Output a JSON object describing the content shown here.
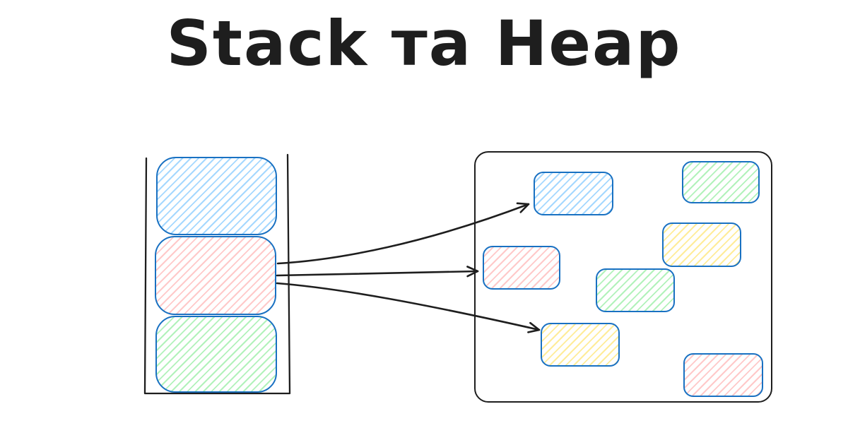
{
  "title": "Stack та Heap",
  "palette": {
    "background": "#ffffff",
    "ink": "#1e1e1e",
    "stroke_blue": "#1971c2",
    "fill_blue": "#a5d8ff",
    "fill_red": "#ffc9c9",
    "fill_green": "#b2f2bb",
    "fill_yellow": "#ffec99"
  },
  "stack": {
    "frames": [
      {
        "name": "stack-frame-top",
        "fill": "blue"
      },
      {
        "name": "stack-frame-middle",
        "fill": "red"
      },
      {
        "name": "stack-frame-bottom",
        "fill": "green"
      }
    ]
  },
  "heap": {
    "objects": [
      {
        "name": "heap-object-blue",
        "fill": "blue"
      },
      {
        "name": "heap-object-green-top-right",
        "fill": "green"
      },
      {
        "name": "heap-object-yellow-right",
        "fill": "yellow"
      },
      {
        "name": "heap-object-red-left",
        "fill": "red"
      },
      {
        "name": "heap-object-green-center",
        "fill": "green"
      },
      {
        "name": "heap-object-yellow-bottom",
        "fill": "yellow"
      },
      {
        "name": "heap-object-red-bottom-right",
        "fill": "red"
      }
    ]
  },
  "arrows": [
    {
      "name": "pointer-arrow-to-blue-object",
      "from": "stack-frame-middle",
      "to": "heap-object-blue"
    },
    {
      "name": "pointer-arrow-to-red-object",
      "from": "stack-frame-middle",
      "to": "heap-object-red-left"
    },
    {
      "name": "pointer-arrow-to-yellow-object",
      "from": "stack-frame-middle",
      "to": "heap-object-yellow-bottom"
    }
  ]
}
